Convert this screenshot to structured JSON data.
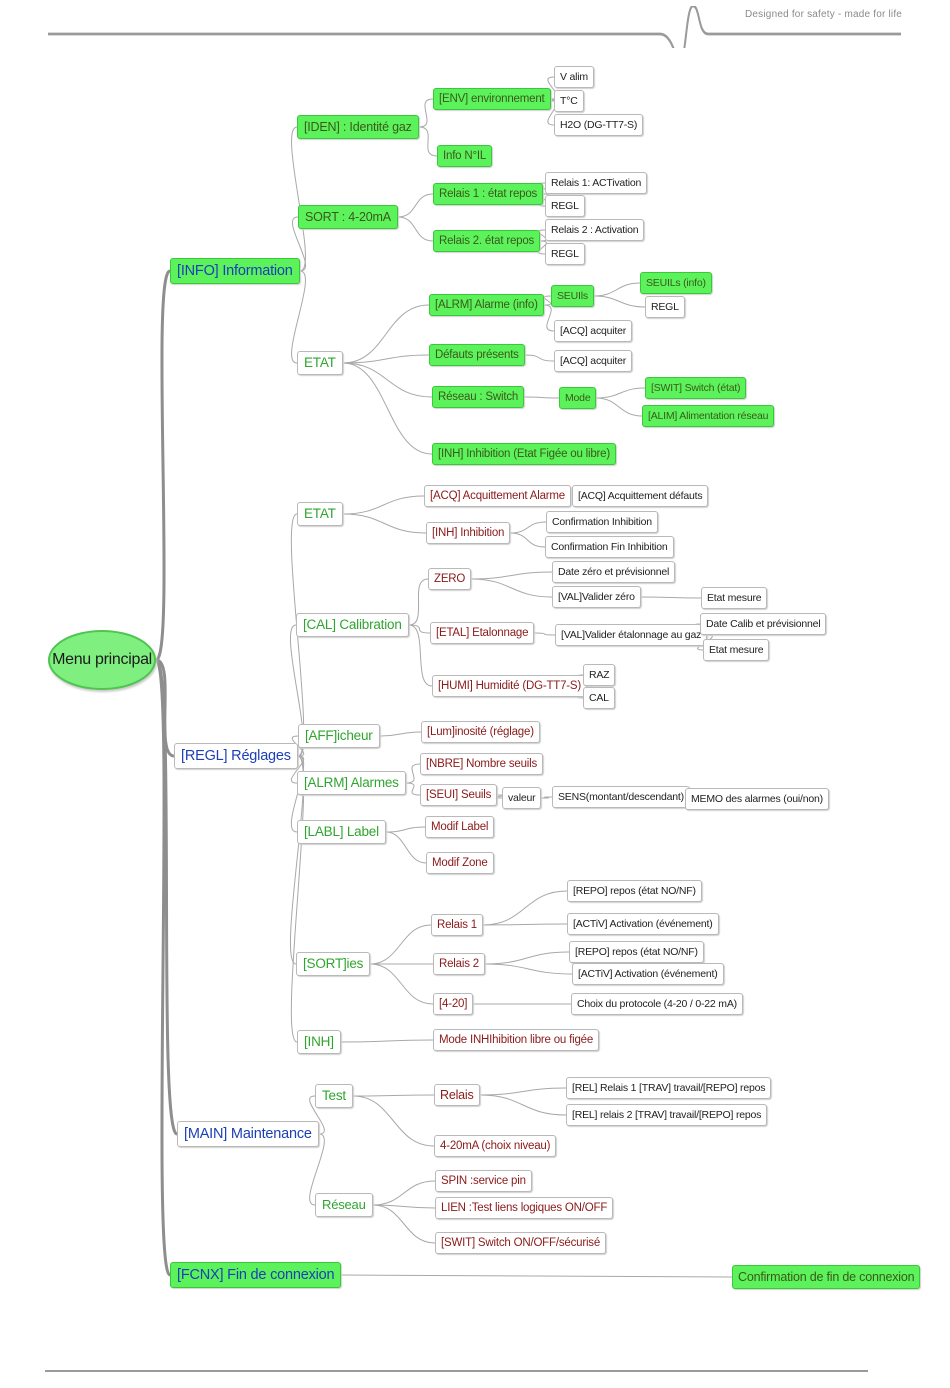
{
  "header": {
    "tagline": "Designed for safety - made for life"
  },
  "root": "Menu principal",
  "nodes": {
    "info": "[INFO] Information",
    "iden": "[IDEN] : Identité gaz",
    "env": "[ENV] environnement",
    "valim": "V alim",
    "tc": "T°C",
    "h2o": "H2O (DG-TT7-S)",
    "infonil": "Info N°IL",
    "sort420": "SORT : 4-20mA",
    "r1etat": "Relais 1 : état repos",
    "r1act": "Relais 1: ACTivation",
    "r1regl": "REGL",
    "r2etat": "Relais 2. état repos",
    "r2act": "Relais 2 : Activation",
    "r2regl": "REGL",
    "etat1": "ETAT",
    "alrm": "[ALRM] Alarme (info)",
    "seuils": "SEUIls",
    "seuilsinfo": "SEUILs (info)",
    "seuilsregl": "REGL",
    "acq1": "[ACQ] acquiter",
    "defauts": "Défauts présents",
    "acq2": "[ACQ] acquiter",
    "reseau": "Réseau : Switch",
    "mode": "Mode",
    "swit": "[SWIT] Switch (état)",
    "alim": "[ALIM] Alimentation réseau",
    "inh1": "[INH] Inhibition (Etat Figée ou libre)",
    "regl": "[REGL] Réglages",
    "etat2": "ETAT",
    "acqalarme": "[ACQ] Acquittement Alarme",
    "acqdefauts": "[ACQ] Acquittement défauts",
    "inhinhib": "[INH] Inhibition",
    "confinh": "Confirmation Inhibition",
    "conffin": "Confirmation Fin Inhibition",
    "cal": "[CAL] Calibration",
    "zero": "ZERO",
    "datezero": "Date zéro et prévisionnel",
    "valzero": "[VAL]Valider zéro",
    "etatmesure1": "Etat mesure",
    "etal": "[ETAL] Etalonnage",
    "valetal": "[VAL]Valider étalonnage au gaz",
    "datecalib": "Date Calib et prévisionnel",
    "etatmesure2": "Etat mesure",
    "humi": "[HUMI] Humidité (DG-TT7-S)",
    "raz": "RAZ",
    "calh": "CAL",
    "aff": "[AFF]icheur",
    "lum": "[Lum]inosité (réglage)",
    "alrm2": "[ALRM] Alarmes",
    "nbre": "[NBRE] Nombre seuils",
    "seui": "[SEUI] Seuils",
    "valeur": "valeur",
    "sens": "SENS(montant/descendant)",
    "memo": "MEMO des alarmes (oui/non)",
    "labl": "[LABL] Label",
    "modiflabel": "Modif Label",
    "modifzone": "Modif Zone",
    "sorties": "[SORT]ies",
    "relais1": "Relais 1",
    "repo1": "[REPO] repos (état NO/NF)",
    "activ1": "[ACTiV] Activation (événement)",
    "relais2": "Relais 2",
    "repo2": "[REPO] repos (état NO/NF)",
    "activ2": "[ACTiV] Activation (événement)",
    "ma420": "[4-20]",
    "choix": "Choix du protocole (4-20 / 0-22 mA)",
    "inh2": "[INH]",
    "modeinh": "Mode INHIhibition libre ou figée",
    "main": "[MAIN] Maintenance",
    "test": "Test",
    "relais": "Relais",
    "rel1": "[REL] Relais 1 [TRAV] travail/[REPO] repos",
    "rel2": "[REL] relais 2 [TRAV] travail/[REPO] repos",
    "choixniv": "4-20mA (choix niveau)",
    "reseau2": "Réseau",
    "spin": "SPIN :service pin",
    "lien": "LIEN :Test liens logiques ON/OFF",
    "switonoff": "[SWIT] Switch ON/OFF/sécurisé",
    "fcnx": "[FCNX] Fin de connexion",
    "confirm": "Confirmation de fin de connexion"
  },
  "colors": {
    "green_fill": "#5cf25c",
    "green_text": "#2fa52f",
    "blue_text": "#1c3fb8",
    "red_text": "#8b1a1a",
    "connector": "#a8a8a8"
  }
}
